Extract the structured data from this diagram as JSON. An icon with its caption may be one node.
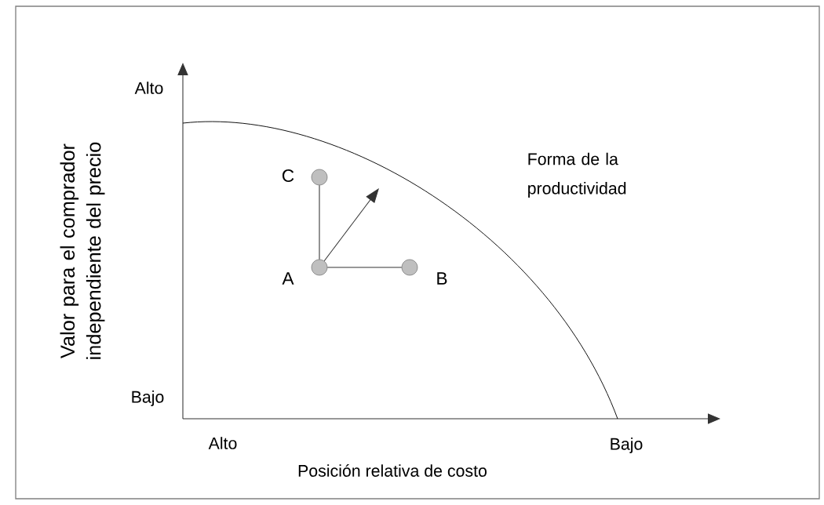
{
  "diagram": {
    "nodes": [
      {
        "text": [],
        "shape": "circle",
        "beside": [
          "A"
        ]
      },
      {
        "text": [],
        "shape": "circle",
        "beside": [
          "B"
        ]
      },
      {
        "text": [],
        "shape": "circle",
        "beside": [
          "C"
        ]
      }
    ],
    "edges": [
      {
        "from": 0,
        "to": 2,
        "arrow": "none"
      },
      {
        "from": 0,
        "to": null,
        "arrow": "to"
      },
      {
        "from": 0,
        "to": 1,
        "arrow": "none"
      }
    ],
    "labels": [
      "Valor para el comprador independiente del precio",
      "Alto",
      "Forma de la productividad",
      "Bajo",
      "Alto",
      "Bajo",
      "Posición relativa de costo"
    ]
  }
}
